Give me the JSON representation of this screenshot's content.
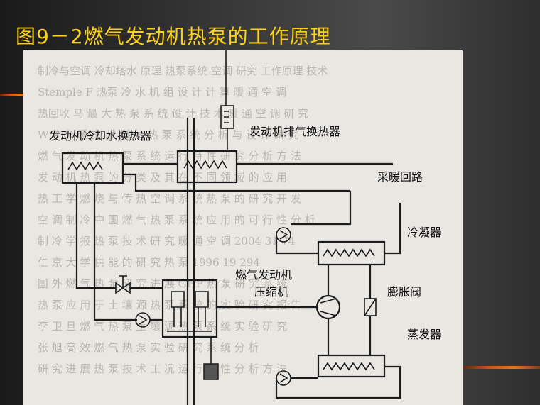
{
  "slide": {
    "title": "图9－2燃气发动机热泵的工作原理"
  },
  "labels": {
    "coolant_hx": "发动机冷却水换热器",
    "exhaust_hx": "发动机排气换热器",
    "heating_loop": "采暖回路",
    "condenser": "冷凝器",
    "gas_engine": "燃气发动机",
    "compressor": "压缩机",
    "expansion_valve": "膨胀阀",
    "evaporator": "蒸发器"
  },
  "colors": {
    "title": "#ffd21a",
    "accent_stripe": "#c8561a"
  }
}
